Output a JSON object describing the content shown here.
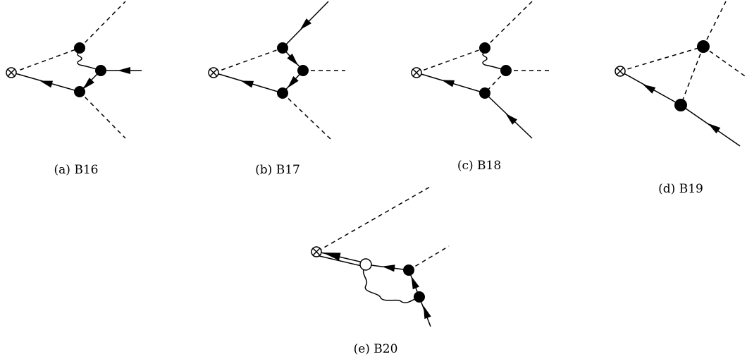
{
  "figure": {
    "panels": [
      {
        "id": "a",
        "caption": "(a) B16"
      },
      {
        "id": "b",
        "caption": "(b) B17"
      },
      {
        "id": "c",
        "caption": "(c) B18"
      },
      {
        "id": "d",
        "caption": "(d) B19"
      },
      {
        "id": "e",
        "caption": "(e) B20"
      }
    ]
  }
}
